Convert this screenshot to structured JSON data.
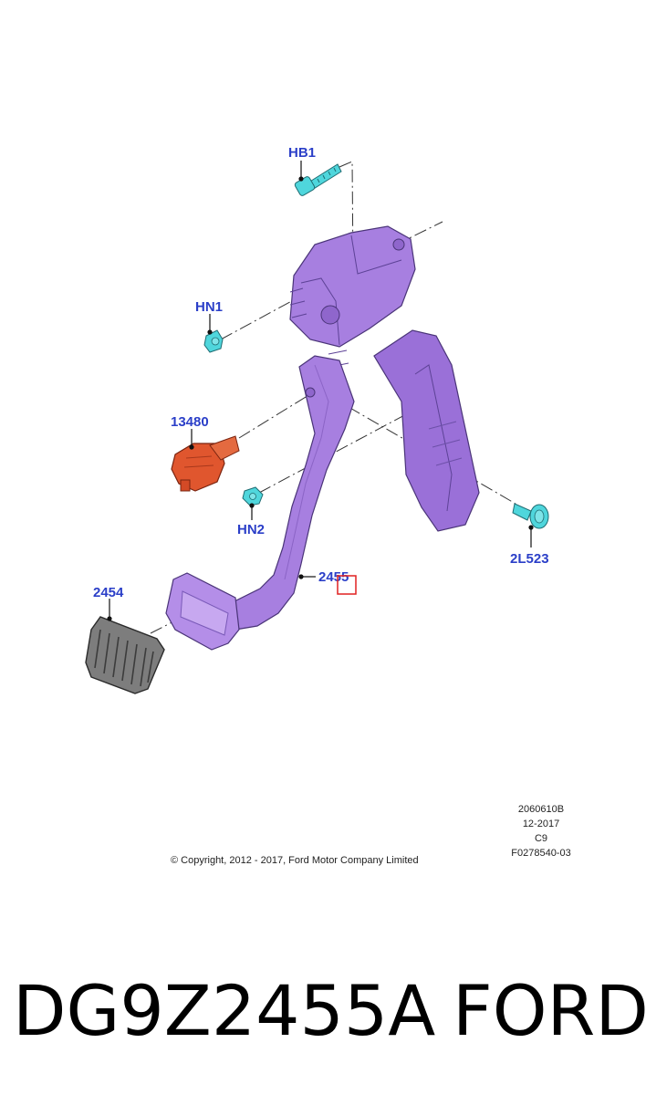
{
  "callouts": {
    "hb1": "HB1",
    "hn1": "HN1",
    "c13480": "13480",
    "hn2": "HN2",
    "c2l523": "2L523",
    "c2455": "2455",
    "c2454": "2454"
  },
  "metadata": {
    "code": "2060610B",
    "date": "12-2017",
    "rev": "C9",
    "figure": "F0278540-03"
  },
  "copyright": "© Copyright, 2012 - 2017, Ford Motor Company Limited",
  "caption": {
    "part_number": "DG9Z2455A",
    "brand": "FORD"
  },
  "colors": {
    "pedal_body": "#a77fe0",
    "fastener": "#4fd6dc",
    "switch": "#e0562e",
    "pad": "#7d7d7d",
    "callout_text": "#2b3fc8",
    "highlight_box": "#e02020"
  }
}
